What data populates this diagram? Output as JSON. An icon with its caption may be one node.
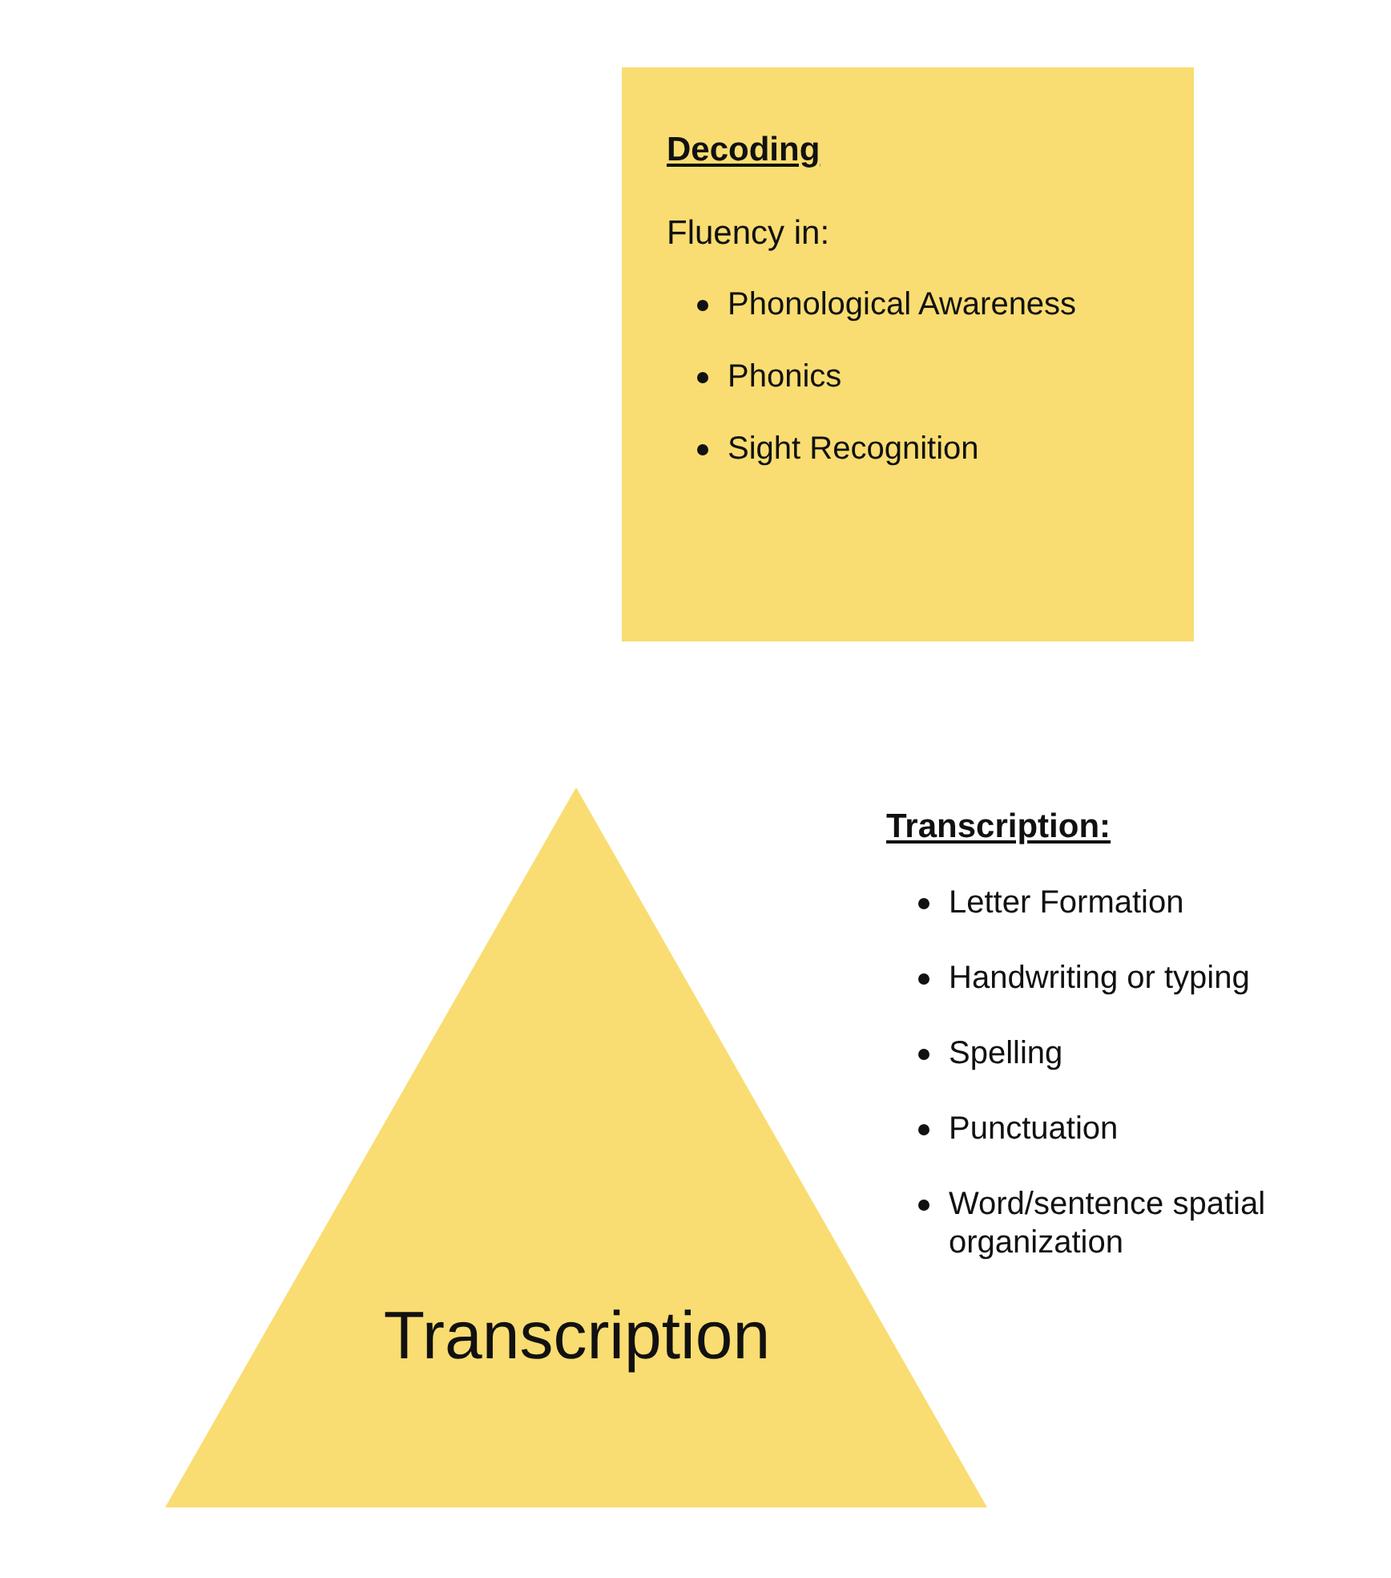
{
  "diagram": {
    "nodes": [
      {
        "text": [
          "Decoding",
          "Fluency in:",
          "Phonological Awareness",
          "Phonics",
          "Sight Recognition"
        ]
      },
      {
        "text": [
          "Transcription"
        ],
        "beside": [
          "Transcription:",
          "Letter Formation",
          "Handwriting or typing",
          "Spelling",
          "Punctuation",
          "Word/sentence spatial organization"
        ]
      }
    ],
    "edges": []
  }
}
